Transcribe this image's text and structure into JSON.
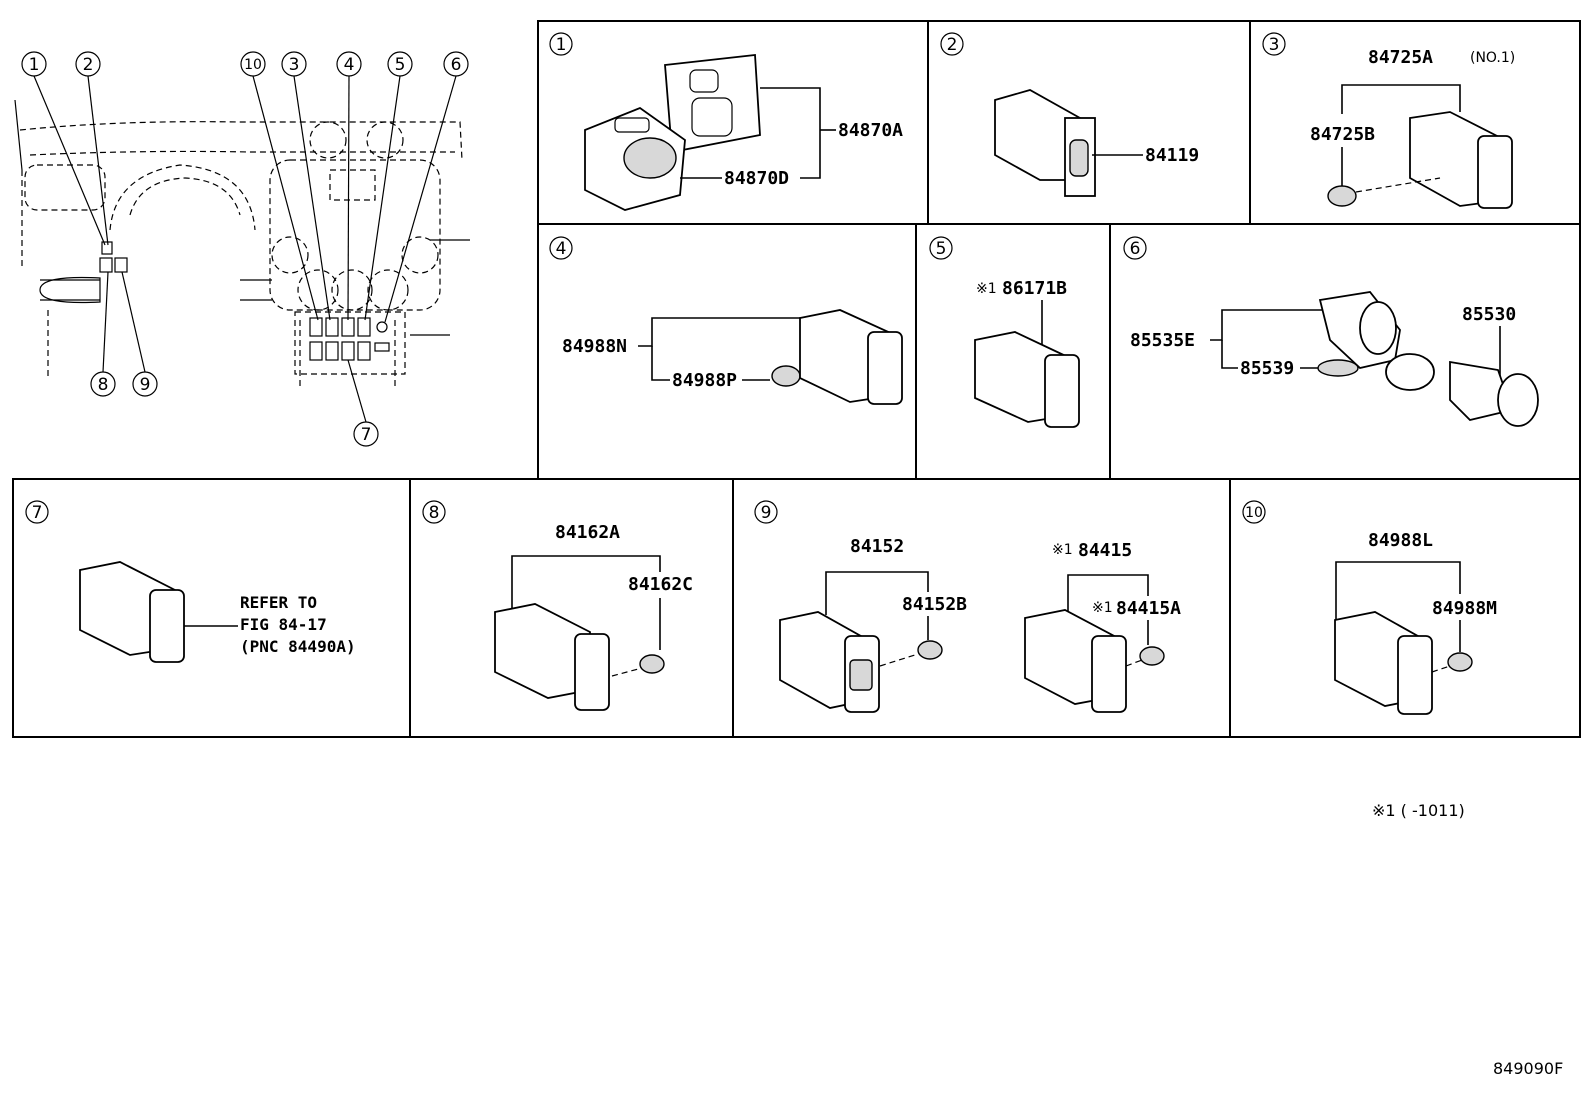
{
  "overview": {
    "callouts_top": [
      "1",
      "2",
      "10",
      "3",
      "4",
      "5",
      "6"
    ],
    "callouts_bottom": [
      "8",
      "9",
      "7"
    ]
  },
  "panels": [
    {
      "num": "1",
      "parts": [
        "84870A",
        "84870D"
      ]
    },
    {
      "num": "2",
      "parts": [
        "84119"
      ]
    },
    {
      "num": "3",
      "parts": [
        "84725A",
        "84725B"
      ],
      "note": "(NO.1)"
    },
    {
      "num": "4",
      "parts": [
        "84988N",
        "84988P"
      ]
    },
    {
      "num": "5",
      "parts": [
        "86171B"
      ],
      "mark": "※1"
    },
    {
      "num": "6",
      "parts": [
        "85535E",
        "85539",
        "85530"
      ]
    },
    {
      "num": "7",
      "refer": [
        "REFER TO",
        "FIG 84-17",
        "(PNC 84490A)"
      ]
    },
    {
      "num": "8",
      "parts": [
        "84162A",
        "84162C"
      ]
    },
    {
      "num": "9",
      "parts": [
        "84152",
        "84152B",
        "84415",
        "84415A"
      ],
      "mark": "※1"
    },
    {
      "num": "10",
      "parts": [
        "84988L",
        "84988M"
      ]
    }
  ],
  "footnote": "※1 (      -1011)",
  "figure_code": "849090F"
}
